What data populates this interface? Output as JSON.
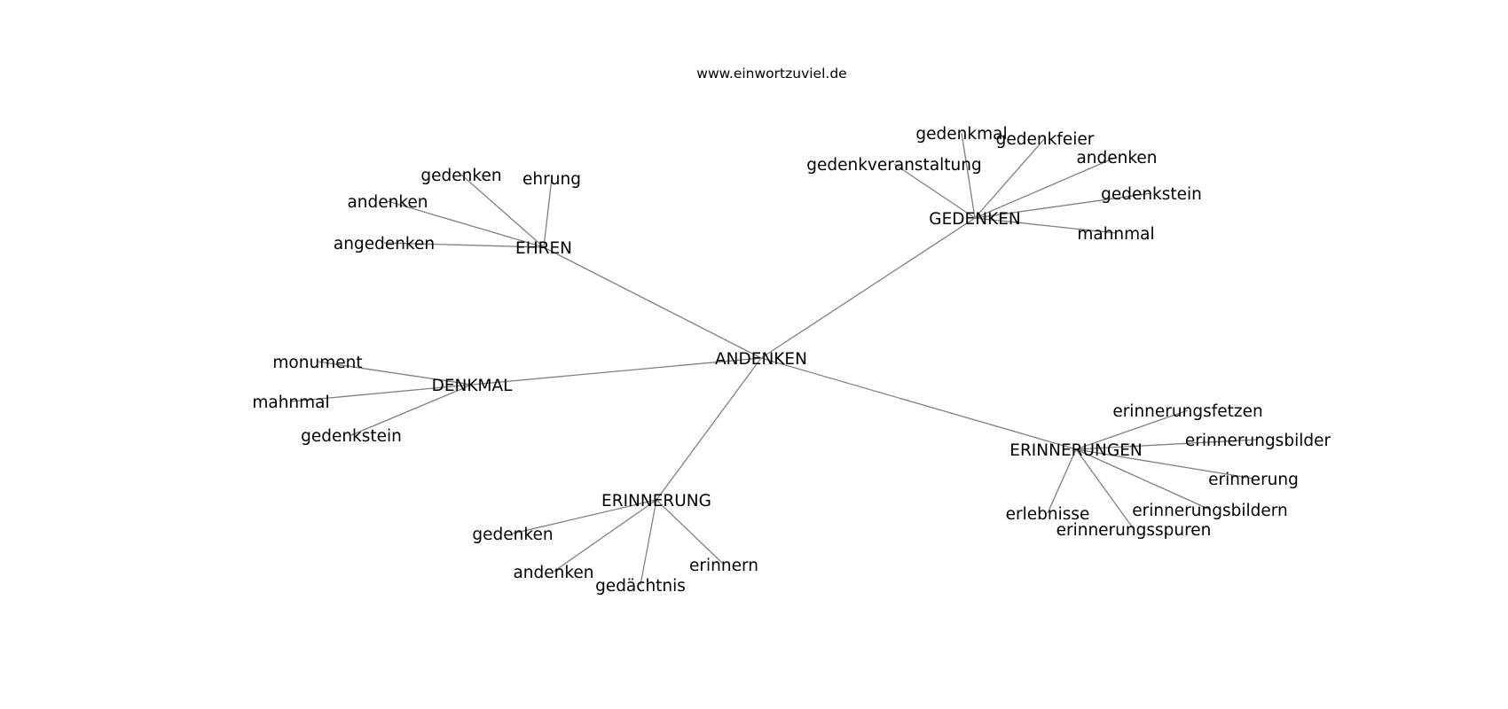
{
  "site": "www.einwortzuviel.de",
  "graph": {
    "center": "ANDENKEN",
    "clusters": [
      {
        "id": "ehren",
        "label": "EHREN",
        "leaves": [
          {
            "id": "gedenken",
            "label": "gedenken"
          },
          {
            "id": "ehrung",
            "label": "ehrung"
          },
          {
            "id": "andenken",
            "label": "andenken"
          },
          {
            "id": "angedenken",
            "label": "angedenken"
          }
        ]
      },
      {
        "id": "gedenken",
        "label": "GEDENKEN",
        "leaves": [
          {
            "id": "gedenkmal",
            "label": "gedenkmal"
          },
          {
            "id": "gedenkfeier",
            "label": "gedenkfeier"
          },
          {
            "id": "gedenkveranstaltung",
            "label": "gedenkveranstaltung"
          },
          {
            "id": "andenken",
            "label": "andenken"
          },
          {
            "id": "gedenkstein",
            "label": "gedenkstein"
          },
          {
            "id": "mahnmal",
            "label": "mahnmal"
          }
        ]
      },
      {
        "id": "denkmal",
        "label": "DENKMAL",
        "leaves": [
          {
            "id": "monument",
            "label": "monument"
          },
          {
            "id": "mahnmal",
            "label": "mahnmal"
          },
          {
            "id": "gedenkstein",
            "label": "gedenkstein"
          }
        ]
      },
      {
        "id": "erinnerung",
        "label": "ERINNERUNG",
        "leaves": [
          {
            "id": "gedenken",
            "label": "gedenken"
          },
          {
            "id": "andenken",
            "label": "andenken"
          },
          {
            "id": "gedaechtnis",
            "label": "gedächtnis"
          },
          {
            "id": "erinnern",
            "label": "erinnern"
          }
        ]
      },
      {
        "id": "erinnerungen",
        "label": "ERINNERUNGEN",
        "leaves": [
          {
            "id": "erinnerungsfetzen",
            "label": "erinnerungsfetzen"
          },
          {
            "id": "erinnerungsbilder",
            "label": "erinnerungsbilder"
          },
          {
            "id": "erinnerung",
            "label": "erinnerung"
          },
          {
            "id": "erinnerungsbildern",
            "label": "erinnerungsbildern"
          },
          {
            "id": "erlebnisse",
            "label": "erlebnisse"
          },
          {
            "id": "erinnerungsspuren",
            "label": "erinnerungsspuren"
          }
        ]
      }
    ],
    "colors": {
      "edge": "#808080",
      "text": "#000000",
      "background": "#ffffff"
    }
  }
}
